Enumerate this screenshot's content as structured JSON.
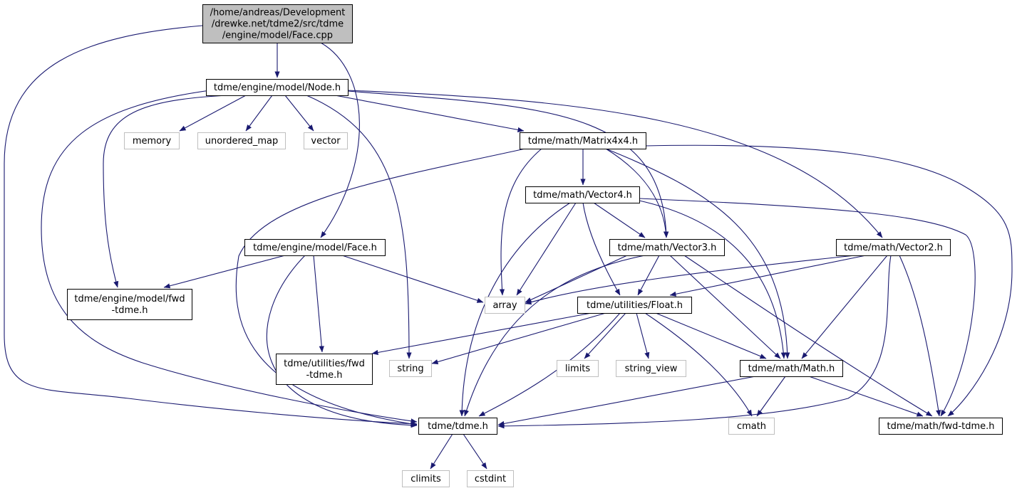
{
  "diagram": {
    "colors": {
      "edge": "#191970",
      "root_fill": "#bfbfbf",
      "header_stroke": "#000000",
      "system_stroke": "#bfbfbf",
      "system_text": "#3f3f3f",
      "node_fill": "#ffffff"
    },
    "nodes": {
      "face_cpp": {
        "lines": [
          "/home/andreas/Development",
          "/drewke.net/tdme2/src/tdme",
          "/engine/model/Face.cpp"
        ],
        "kind": "root"
      },
      "node_h": {
        "lines": [
          "tdme/engine/model/Node.h"
        ],
        "kind": "header"
      },
      "memory": {
        "lines": [
          "memory"
        ],
        "kind": "system"
      },
      "unordered_map": {
        "lines": [
          "unordered_map"
        ],
        "kind": "system"
      },
      "vector": {
        "lines": [
          "vector"
        ],
        "kind": "system"
      },
      "matrix4x4_h": {
        "lines": [
          "tdme/math/Matrix4x4.h"
        ],
        "kind": "header"
      },
      "vector4_h": {
        "lines": [
          "tdme/math/Vector4.h"
        ],
        "kind": "header"
      },
      "face_h": {
        "lines": [
          "tdme/engine/model/Face.h"
        ],
        "kind": "header"
      },
      "vector3_h": {
        "lines": [
          "tdme/math/Vector3.h"
        ],
        "kind": "header"
      },
      "vector2_h": {
        "lines": [
          "tdme/math/Vector2.h"
        ],
        "kind": "header"
      },
      "model_fwd_h": {
        "lines": [
          "tdme/engine/model/fwd",
          "-tdme.h"
        ],
        "kind": "header"
      },
      "array": {
        "lines": [
          "array"
        ],
        "kind": "system"
      },
      "float_h": {
        "lines": [
          "tdme/utilities/Float.h"
        ],
        "kind": "header"
      },
      "utilities_fwd_h": {
        "lines": [
          "tdme/utilities/fwd",
          "-tdme.h"
        ],
        "kind": "header"
      },
      "string": {
        "lines": [
          "string"
        ],
        "kind": "system"
      },
      "limits": {
        "lines": [
          "limits"
        ],
        "kind": "system"
      },
      "string_view": {
        "lines": [
          "string_view"
        ],
        "kind": "system"
      },
      "math_h": {
        "lines": [
          "tdme/math/Math.h"
        ],
        "kind": "header"
      },
      "tdme_h": {
        "lines": [
          "tdme/tdme.h"
        ],
        "kind": "header"
      },
      "cmath": {
        "lines": [
          "cmath"
        ],
        "kind": "system"
      },
      "math_fwd_h": {
        "lines": [
          "tdme/math/fwd-tdme.h"
        ],
        "kind": "header"
      },
      "climits": {
        "lines": [
          "climits"
        ],
        "kind": "system"
      },
      "cstdint": {
        "lines": [
          "cstdint"
        ],
        "kind": "system"
      }
    },
    "edges": [
      [
        "face_cpp",
        "node_h"
      ],
      [
        "face_cpp",
        "face_h"
      ],
      [
        "face_cpp",
        "tdme_h"
      ],
      [
        "node_h",
        "memory"
      ],
      [
        "node_h",
        "unordered_map"
      ],
      [
        "node_h",
        "vector"
      ],
      [
        "node_h",
        "string"
      ],
      [
        "node_h",
        "matrix4x4_h"
      ],
      [
        "node_h",
        "vector3_h"
      ],
      [
        "node_h",
        "vector2_h"
      ],
      [
        "node_h",
        "model_fwd_h"
      ],
      [
        "node_h",
        "tdme_h"
      ],
      [
        "matrix4x4_h",
        "vector4_h"
      ],
      [
        "matrix4x4_h",
        "vector3_h"
      ],
      [
        "matrix4x4_h",
        "array"
      ],
      [
        "matrix4x4_h",
        "math_h"
      ],
      [
        "matrix4x4_h",
        "tdme_h"
      ],
      [
        "matrix4x4_h",
        "math_fwd_h"
      ],
      [
        "vector4_h",
        "vector3_h"
      ],
      [
        "vector4_h",
        "array"
      ],
      [
        "vector4_h",
        "float_h"
      ],
      [
        "vector4_h",
        "math_h"
      ],
      [
        "vector4_h",
        "tdme_h"
      ],
      [
        "vector4_h",
        "math_fwd_h"
      ],
      [
        "face_h",
        "model_fwd_h"
      ],
      [
        "face_h",
        "array"
      ],
      [
        "face_h",
        "utilities_fwd_h"
      ],
      [
        "face_h",
        "tdme_h"
      ],
      [
        "vector3_h",
        "array"
      ],
      [
        "vector3_h",
        "float_h"
      ],
      [
        "vector3_h",
        "math_h"
      ],
      [
        "vector3_h",
        "tdme_h"
      ],
      [
        "vector3_h",
        "math_fwd_h"
      ],
      [
        "vector2_h",
        "array"
      ],
      [
        "vector2_h",
        "float_h"
      ],
      [
        "vector2_h",
        "math_h"
      ],
      [
        "vector2_h",
        "tdme_h"
      ],
      [
        "vector2_h",
        "math_fwd_h"
      ],
      [
        "float_h",
        "utilities_fwd_h"
      ],
      [
        "float_h",
        "string"
      ],
      [
        "float_h",
        "limits"
      ],
      [
        "float_h",
        "string_view"
      ],
      [
        "float_h",
        "math_h"
      ],
      [
        "float_h",
        "cmath"
      ],
      [
        "float_h",
        "tdme_h"
      ],
      [
        "math_h",
        "tdme_h"
      ],
      [
        "math_h",
        "cmath"
      ],
      [
        "math_h",
        "math_fwd_h"
      ],
      [
        "tdme_h",
        "climits"
      ],
      [
        "tdme_h",
        "cstdint"
      ]
    ]
  }
}
